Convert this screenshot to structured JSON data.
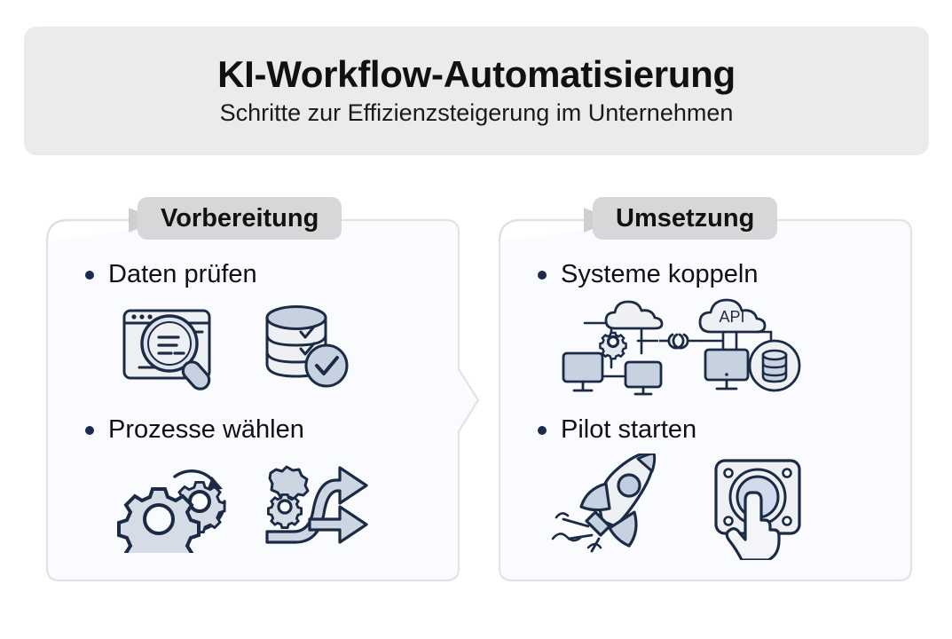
{
  "header": {
    "title": "KI-Workflow-Automatisierung",
    "subtitle": "Schritte zur Effizienzsteigerung im Unternehmen",
    "background_color": "#ebebeb"
  },
  "colors": {
    "page_background": "#ffffff",
    "card_fill": "#fafbfe",
    "card_border": "#e3e3e6",
    "pill_background": "#d5d7d9",
    "arrow_gray": "#cfcfd2",
    "bullet_navy": "#1b2a4e",
    "icon_stroke": "#1c2b45",
    "icon_fill_light": "#eef0f4",
    "icon_fill_blue": "#bfcddf"
  },
  "panels": [
    {
      "id": "vorbereitung",
      "title": "Vorbereitung",
      "steps": [
        {
          "label": "Daten prüfen",
          "icons": [
            {
              "name": "document-search-icon",
              "caption": ""
            },
            {
              "name": "database-check-icon",
              "caption": ""
            }
          ]
        },
        {
          "label": "Prozesse wählen",
          "icons": [
            {
              "name": "gears-rotation-icon",
              "caption": ""
            },
            {
              "name": "process-branch-arrows-icon",
              "caption": ""
            }
          ]
        }
      ]
    },
    {
      "id": "umsetzung",
      "title": "Umsetzung",
      "steps": [
        {
          "label": "Systeme koppeln",
          "icons": [
            {
              "name": "cloud-network-api-icon",
              "caption": "API"
            }
          ]
        },
        {
          "label": "Pilot starten",
          "icons": [
            {
              "name": "rocket-launch-icon",
              "caption": ""
            },
            {
              "name": "push-button-hand-icon",
              "caption": ""
            }
          ]
        }
      ]
    }
  ],
  "connector": {
    "name": "panel-flow-chevron",
    "direction": "right"
  }
}
